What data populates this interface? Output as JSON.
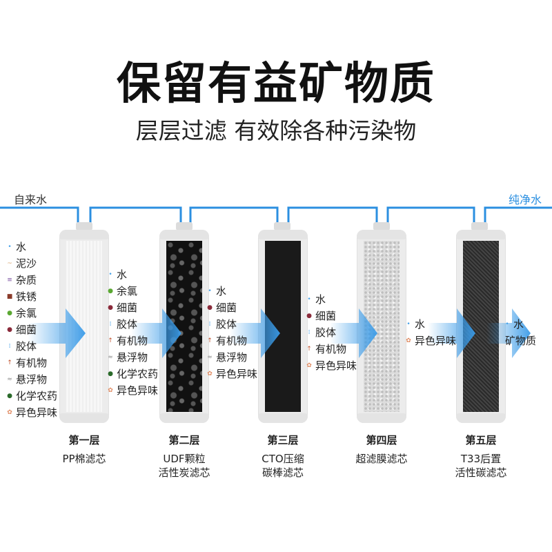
{
  "title": "保留有益矿物质",
  "subtitle": "层层过滤 有效除各种污染物",
  "inlet_label": "自来水",
  "outlet_label": "纯净水",
  "colors": {
    "pipe": "#2b8fe0",
    "arrow": "#3a9be8",
    "outlet_text": "#2b8fe0"
  },
  "lists": [
    {
      "items": [
        {
          "icon": "water-drop-icon",
          "glyph": "•",
          "color": "#4aa3e8",
          "label": "水"
        },
        {
          "icon": "sediment-icon",
          "glyph": "~",
          "color": "#d9a36a",
          "label": "泥沙"
        },
        {
          "icon": "impurity-icon",
          "glyph": "≡",
          "color": "#7a4fa0",
          "label": "杂质"
        },
        {
          "icon": "rust-icon",
          "glyph": "■",
          "color": "#8a3b2a",
          "label": "铁锈"
        },
        {
          "icon": "residual-chlorine-icon",
          "glyph": "●",
          "color": "#5aa832",
          "label": "余氯"
        },
        {
          "icon": "bacteria-icon",
          "glyph": "●",
          "color": "#8a2a3a",
          "label": "细菌"
        },
        {
          "icon": "colloid-icon",
          "glyph": "⁞",
          "color": "#4aa3e8",
          "label": "胶体"
        },
        {
          "icon": "organic-icon",
          "glyph": "↑",
          "color": "#c0502a",
          "label": "有机物"
        },
        {
          "icon": "suspended-matter-icon",
          "glyph": "≈",
          "color": "#888888",
          "label": "悬浮物"
        },
        {
          "icon": "pesticide-icon",
          "glyph": "●",
          "color": "#2a6a2a",
          "label": "化学农药"
        },
        {
          "icon": "odor-icon",
          "glyph": "✿",
          "color": "#e08a60",
          "label": "异色异味"
        }
      ]
    },
    {
      "items": [
        {
          "icon": "water-drop-icon",
          "glyph": "•",
          "color": "#4aa3e8",
          "label": "水"
        },
        {
          "icon": "residual-chlorine-icon",
          "glyph": "●",
          "color": "#5aa832",
          "label": "余氯"
        },
        {
          "icon": "bacteria-icon",
          "glyph": "●",
          "color": "#8a2a3a",
          "label": "细菌"
        },
        {
          "icon": "colloid-icon",
          "glyph": "⁞",
          "color": "#4aa3e8",
          "label": "胶体"
        },
        {
          "icon": "organic-icon",
          "glyph": "↑",
          "color": "#c0502a",
          "label": "有机物"
        },
        {
          "icon": "suspended-matter-icon",
          "glyph": "≈",
          "color": "#888888",
          "label": "悬浮物"
        },
        {
          "icon": "pesticide-icon",
          "glyph": "●",
          "color": "#2a6a2a",
          "label": "化学农药"
        },
        {
          "icon": "odor-icon",
          "glyph": "✿",
          "color": "#e08a60",
          "label": "异色异味"
        }
      ]
    },
    {
      "items": [
        {
          "icon": "water-drop-icon",
          "glyph": "•",
          "color": "#4aa3e8",
          "label": "水"
        },
        {
          "icon": "bacteria-icon",
          "glyph": "●",
          "color": "#8a2a3a",
          "label": "细菌"
        },
        {
          "icon": "colloid-icon",
          "glyph": "⁞",
          "color": "#4aa3e8",
          "label": "胶体"
        },
        {
          "icon": "organic-icon",
          "glyph": "↑",
          "color": "#c0502a",
          "label": "有机物"
        },
        {
          "icon": "suspended-matter-icon",
          "glyph": "≈",
          "color": "#888888",
          "label": "悬浮物"
        },
        {
          "icon": "odor-icon",
          "glyph": "✿",
          "color": "#e08a60",
          "label": "异色异味"
        }
      ]
    },
    {
      "items": [
        {
          "icon": "water-drop-icon",
          "glyph": "•",
          "color": "#4aa3e8",
          "label": "水"
        },
        {
          "icon": "bacteria-icon",
          "glyph": "●",
          "color": "#8a2a3a",
          "label": "细菌"
        },
        {
          "icon": "colloid-icon",
          "glyph": "⁞",
          "color": "#4aa3e8",
          "label": "胶体"
        },
        {
          "icon": "organic-icon",
          "glyph": "↑",
          "color": "#c0502a",
          "label": "有机物"
        },
        {
          "icon": "odor-icon",
          "glyph": "✿",
          "color": "#e08a60",
          "label": "异色异味"
        }
      ]
    },
    {
      "items": [
        {
          "icon": "water-drop-icon",
          "glyph": "•",
          "color": "#4aa3e8",
          "label": "水"
        },
        {
          "icon": "odor-icon",
          "glyph": "✿",
          "color": "#e08a60",
          "label": "异色异味"
        }
      ]
    },
    {
      "items": [
        {
          "icon": "water-drop-icon",
          "glyph": "•",
          "color": "#4aa3e8",
          "label": "水"
        },
        {
          "icon": "mineral-icon",
          "glyph": "",
          "color": "#4aa3e8",
          "label": "矿物质"
        }
      ]
    }
  ],
  "stages": [
    {
      "name": "第一层",
      "lines": [
        "PP棉滤芯"
      ]
    },
    {
      "name": "第二层",
      "lines": [
        "UDF颗粒",
        "活性炭滤芯"
      ]
    },
    {
      "name": "第三层",
      "lines": [
        "CTO压缩",
        "碳棒滤芯"
      ]
    },
    {
      "name": "第四层",
      "lines": [
        "超滤膜滤芯"
      ]
    },
    {
      "name": "第五层",
      "lines": [
        "T33后置",
        "活性碳滤芯"
      ]
    }
  ]
}
